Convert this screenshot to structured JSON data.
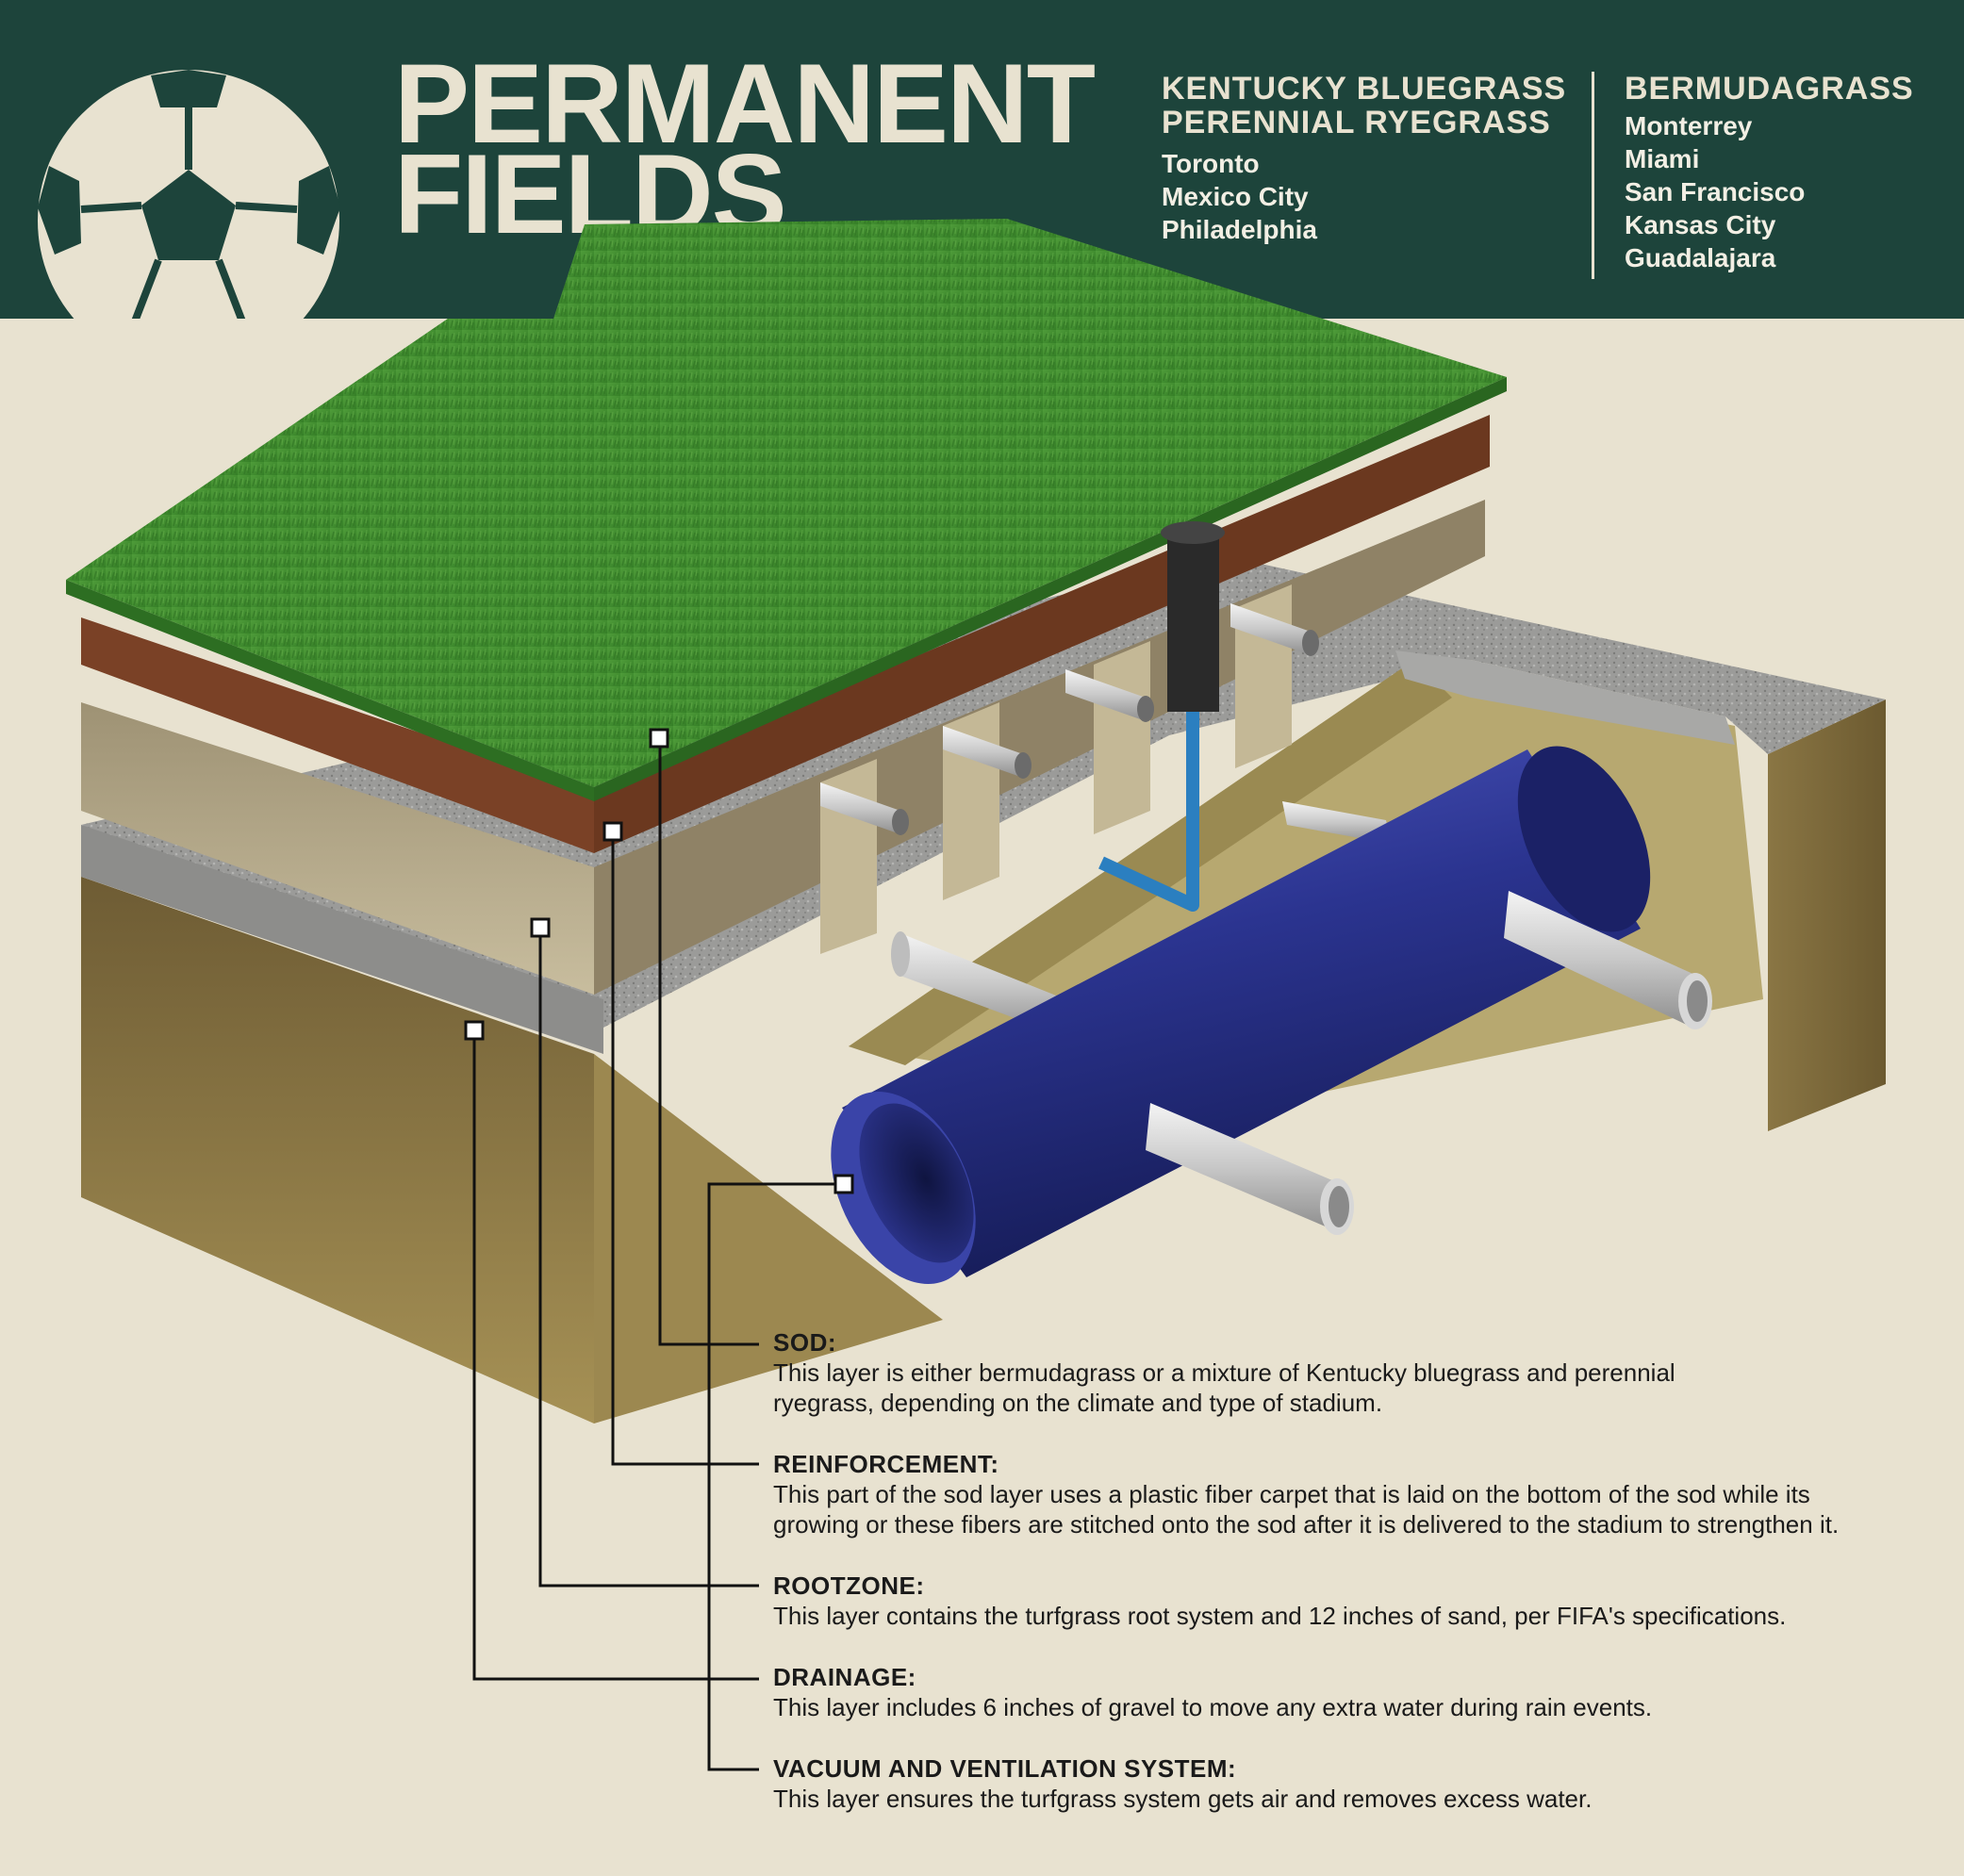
{
  "header": {
    "title_line1": "PERMANENT",
    "title_line2": "FIELDS",
    "group1": {
      "heading_line1": "KENTUCKY BLUEGRASS",
      "heading_line2": "PERENNIAL RYEGRASS",
      "cities": [
        "Toronto",
        "Mexico City",
        "Philadelphia"
      ]
    },
    "group2": {
      "heading": "BERMUDAGRASS",
      "cities": [
        "Monterrey",
        "Miami",
        "San Francisco",
        "Kansas City",
        "Guadalajara"
      ]
    }
  },
  "colors": {
    "header_bg": "#1d443b",
    "page_bg": "#e8e2d0",
    "grass": "#3f8f2f",
    "soil": "#7a4126",
    "sand": "#b9ad8d",
    "gravel": "#9a9a98",
    "earth": "#8f7c45",
    "pipe": "#2a3288"
  },
  "legend": [
    {
      "title": "SOD:",
      "desc1": "This layer is either bermudagrass or a mixture of Kentucky bluegrass and perennial",
      "desc2": "ryegrass, depending on the climate and type of stadium."
    },
    {
      "title": "REINFORCEMENT:",
      "desc1": "This part of the sod layer uses a plastic fiber carpet that is laid on the bottom of the sod while its",
      "desc2": "growing or these fibers are stitched onto the sod after it is delivered to the stadium to strengthen it."
    },
    {
      "title": "ROOTZONE:",
      "desc1": "This layer contains the turfgrass root system and 12 inches of sand, per FIFA's specifications.",
      "desc2": ""
    },
    {
      "title": "DRAINAGE:",
      "desc1": "This layer includes 6 inches of gravel to move any extra water during rain events.",
      "desc2": ""
    },
    {
      "title": "VACUUM AND VENTILATION SYSTEM:",
      "desc1": "This layer ensures the turfgrass system gets air and removes excess water.",
      "desc2": ""
    }
  ]
}
